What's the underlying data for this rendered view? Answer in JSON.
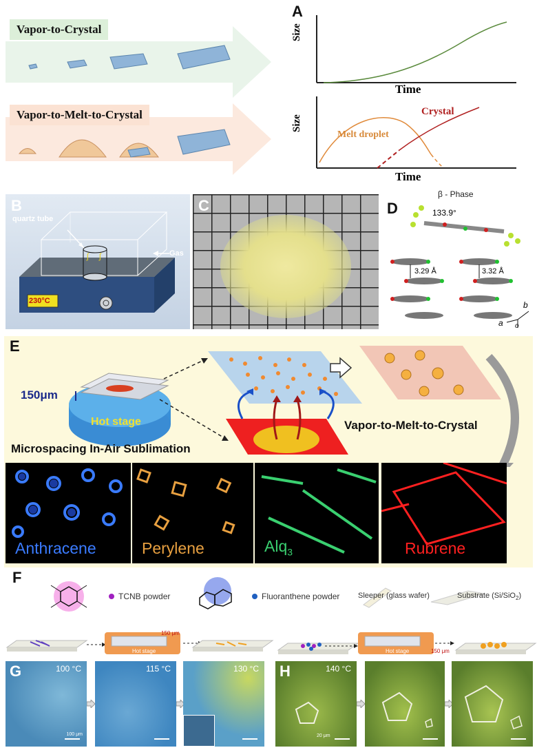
{
  "panels": {
    "A": "A",
    "B": "B",
    "C": "C",
    "D": "D",
    "E": "E",
    "F": "F",
    "G": "G",
    "H": "H"
  },
  "panelA": {
    "row1_title": "Vapor-to-Crystal",
    "row2_title": "Vapor-to-Melt-to-Crystal",
    "top_chart": {
      "ylabel": "Size",
      "xlabel": "Time"
    },
    "bottom_chart": {
      "ylabel": "Size",
      "xlabel": "Time",
      "melt_label": "Melt  droplet",
      "crystal_label": "Crystal"
    },
    "colors": {
      "green_line": "#5a8a3c",
      "orange_line": "#e08a3a",
      "red_line": "#b02020",
      "arrow_green": "#e6f2e6",
      "arrow_peach": "#fbe6d8",
      "crystal_blue": "#8fb4d8"
    }
  },
  "panelB": {
    "tube_label": "quartz tube",
    "gas_label": "Gas",
    "temp_label": "230°C"
  },
  "panelD": {
    "phase_label": "β - Phase",
    "angle_label": "133.9°",
    "dist1": "3.29 Å",
    "dist2": "3.32 Å",
    "axis_b": "b",
    "axis_a": "a",
    "axis_o": "o"
  },
  "panelE": {
    "gap_label": "150μm",
    "stage_label": "Hot stage",
    "method_label": "Microspacing In-Air Sublimation",
    "process_label": "Vapor-to-Melt-to-Crystal",
    "micrographs": [
      {
        "name": "Anthracene",
        "color": "#3a7bff"
      },
      {
        "name": "Perylene",
        "color": "#e8a040"
      },
      {
        "name": "Alq",
        "sub": "3",
        "color": "#3ad070"
      },
      {
        "name": "Rubrene",
        "color": "#ff2020"
      }
    ]
  },
  "panelF": {
    "legend": [
      {
        "label": "TCNB powder",
        "color": "#a020c0"
      },
      {
        "label": "Fluoranthene powder",
        "color": "#2060c0"
      },
      {
        "label": "Sleeper (glass wafer)"
      },
      {
        "label": "Substrate (Si/SiO",
        "sub": "2",
        ")": ")"
      }
    ],
    "gap1": "150 μm",
    "gap2": "150 μm",
    "stage1": "Hot stage",
    "stage2": "Hot stage"
  },
  "panelG": {
    "temps": [
      "100 °C",
      "115 °C",
      "130 °C"
    ],
    "scale": "100 μm"
  },
  "panelH": {
    "temp": "140 °C",
    "scale": "20 μm"
  }
}
